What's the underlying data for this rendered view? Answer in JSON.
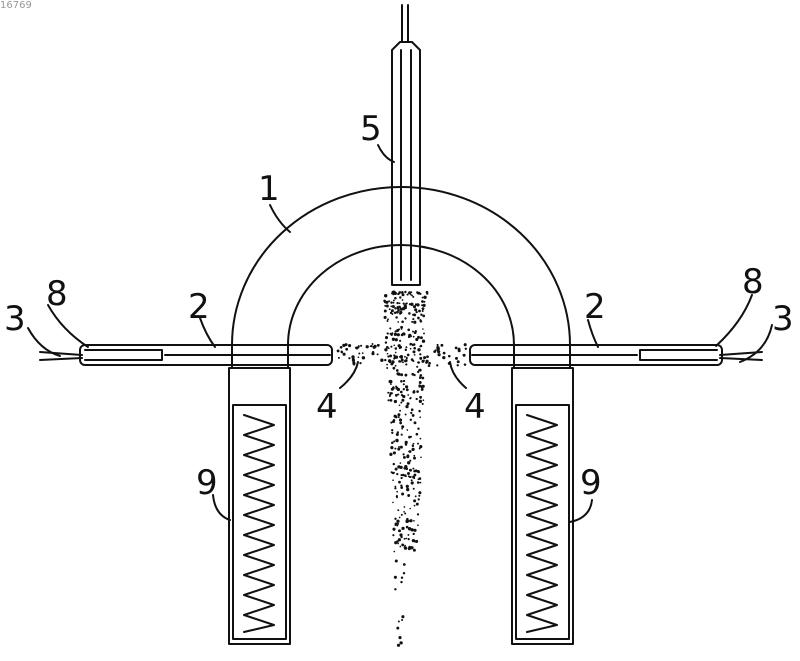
{
  "document_id": "16769",
  "labels": {
    "body": "1",
    "nozzle_left": "2",
    "nozzle_right": "2",
    "end_left": "3",
    "end_right": "3",
    "gap_left": "4",
    "gap_right": "4",
    "feeder": "5",
    "tube_left": "8",
    "tube_right": "8",
    "heater_left": "9",
    "heater_right": "9"
  },
  "colors": {
    "ink": "#111111",
    "background": "#ffffff"
  }
}
